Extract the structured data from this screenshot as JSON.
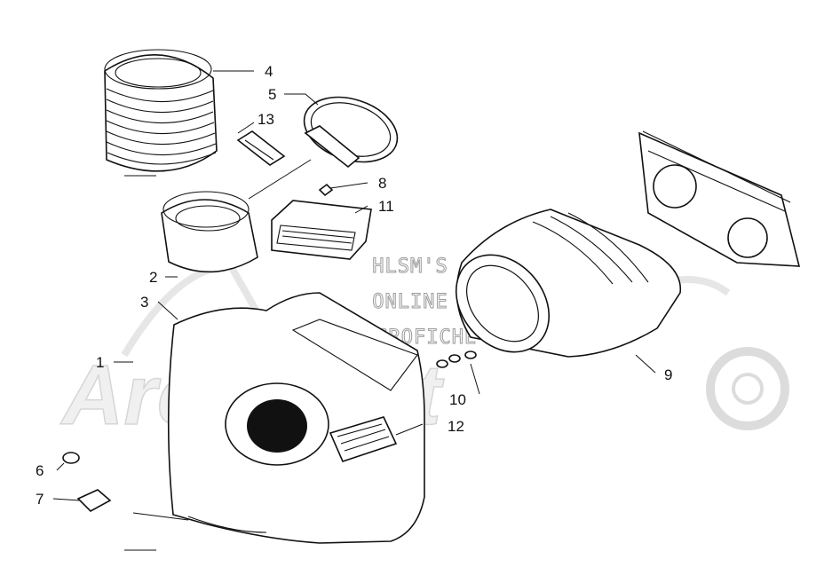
{
  "watermark": {
    "logo_text": "ArcticCat",
    "lines": [
      "HLSM'S",
      "ONLINE",
      "MICROFICHE"
    ]
  },
  "callouts": [
    {
      "id": "1",
      "label": "1"
    },
    {
      "id": "2",
      "label": "2"
    },
    {
      "id": "3",
      "label": "3"
    },
    {
      "id": "4",
      "label": "4"
    },
    {
      "id": "5",
      "label": "5"
    },
    {
      "id": "6",
      "label": "6"
    },
    {
      "id": "7",
      "label": "7"
    },
    {
      "id": "8",
      "label": "8"
    },
    {
      "id": "9",
      "label": "9"
    },
    {
      "id": "10",
      "label": "10"
    },
    {
      "id": "11",
      "label": "11"
    },
    {
      "id": "12",
      "label": "12"
    },
    {
      "id": "13",
      "label": "13"
    }
  ]
}
